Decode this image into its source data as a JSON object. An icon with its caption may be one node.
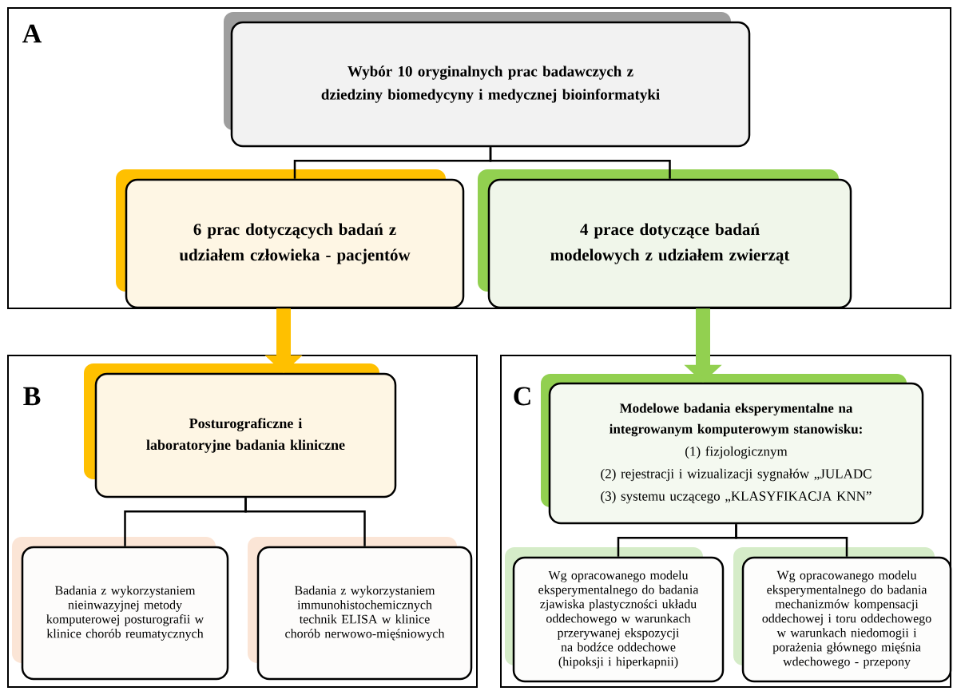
{
  "diagram": {
    "nodes": [
      {
        "text": [
          "A"
        ]
      },
      {
        "text": [
          "Wybór 10 oryginalnych prac badawczych z dziedziny biomedycyny i medycznej bioinformatyki"
        ],
        "in": 0
      },
      {
        "text": [
          "6 prac dotyczących badań z udziałem człowieka - pacjentów"
        ],
        "in": 0
      },
      {
        "text": [
          "4 prace dotyczące badań modelowych z udziałem zwierząt"
        ],
        "in": 0
      },
      {
        "text": [
          "B"
        ]
      },
      {
        "text": [
          "Posturograficzne i laboratoryjne badania kliniczne"
        ],
        "in": 4
      },
      {
        "text": [
          "Badania z wykorzystaniem nieinwazyjnej metody komputerowej posturografii w klinice chorób reumatycznych"
        ],
        "in": 4
      },
      {
        "text": [
          "Badania z wykorzystaniem immunohistochemicznych technik ELISA w klinice chorób nerwowo-mięśniowych"
        ],
        "in": 4
      },
      {
        "text": [
          "C"
        ]
      },
      {
        "text": [
          "Modelowe badania eksperymentalne na integrowanym komputerowym stanowisku:",
          "(1) fizjologicznym",
          "(2) rejestracji i wizualizacji sygnałów „JULADC",
          "(3) systemu uczącego „KLASYFIKACJA KNN”"
        ],
        "in": 8
      },
      {
        "text": [
          "Wg opracowanego modelu eksperymentalnego do badania zjawiska plastyczności układu oddechowego w warunkach przerywanej ekspozycji na bodźce oddechowe (hipoksji i hiperkapnii)"
        ],
        "in": 8
      },
      {
        "text": [
          "Wg opracowanego modelu eksperymentalnego do badania mechanizmów kompensacji oddechowej i toru oddechowego w warunkach niedomogii i porażenia głównego mięśnia wdechowego - przepony"
        ],
        "in": 8
      }
    ],
    "edges": [
      {
        "from": 1,
        "to": 2,
        "arrow": "none"
      },
      {
        "from": 1,
        "to": 3,
        "arrow": "none"
      },
      {
        "from": 2,
        "to": 5,
        "arrow": "to",
        "style": "thick",
        "color": "#ffc000"
      },
      {
        "from": 3,
        "to": 9,
        "arrow": "to",
        "style": "thick",
        "color": "#92d050"
      },
      {
        "from": 5,
        "to": 6,
        "arrow": "none"
      },
      {
        "from": 5,
        "to": 7,
        "arrow": "none"
      },
      {
        "from": 9,
        "to": 10,
        "arrow": "none"
      },
      {
        "from": 9,
        "to": 11,
        "arrow": "none"
      }
    ]
  }
}
